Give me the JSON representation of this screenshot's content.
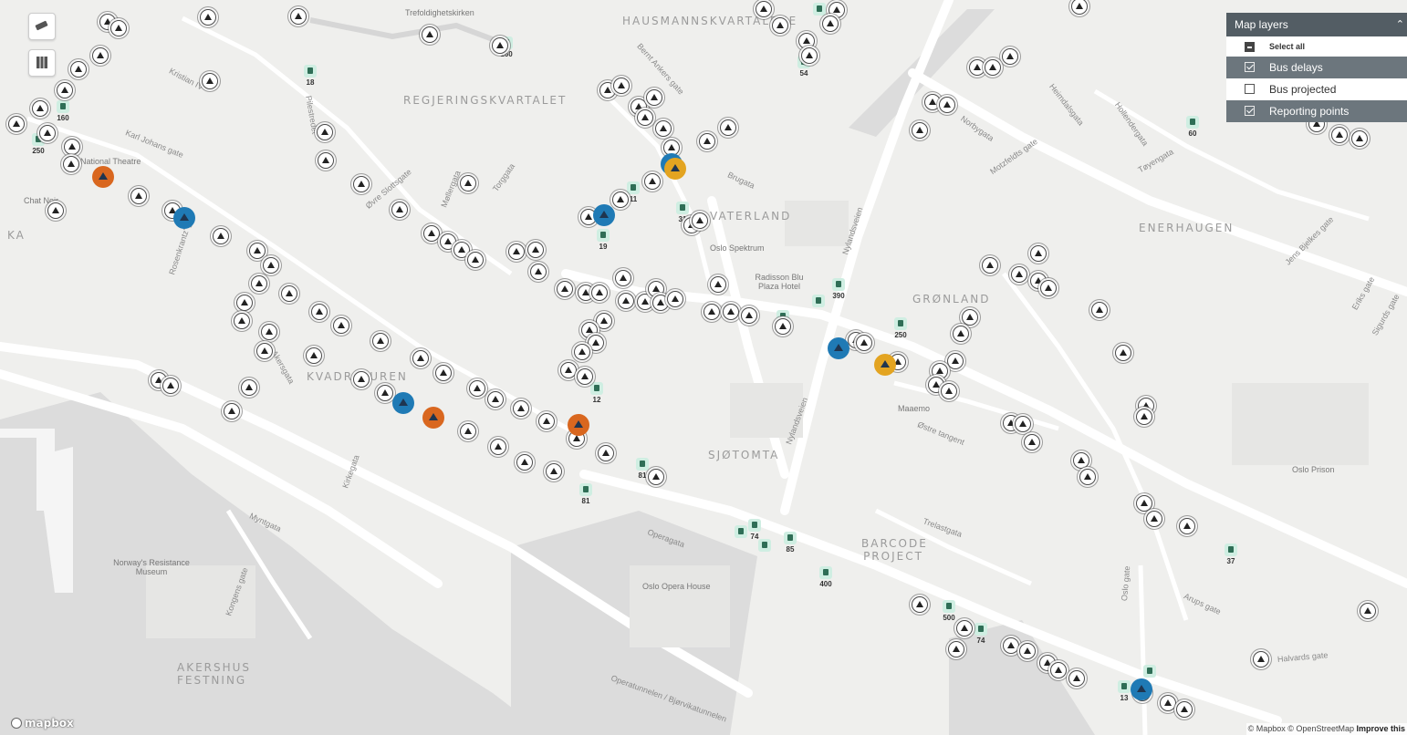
{
  "layers_panel": {
    "title": "Map layers",
    "select_all": "Select all",
    "items": [
      {
        "label": "Bus delays",
        "checked": true
      },
      {
        "label": "Bus projected",
        "checked": false
      },
      {
        "label": "Reporting points",
        "checked": true
      }
    ]
  },
  "attribution": {
    "mapbox": "© Mapbox",
    "osm": "© OpenStreetMap",
    "improve": "Improve this"
  },
  "logo": "mapbox",
  "area_labels": [
    "HAUSMANNSKVARTALENE",
    "REGJERINGSKVARTALET",
    "VATERLAND",
    "GRØNLAND",
    "ENERHAUGEN",
    "KVADRATUREN",
    "SJØTOMTA",
    "BARCODE PROJECT",
    "AKERSHUS FESTNING",
    "KA"
  ],
  "poi_labels": [
    "Trefoldighetskirken",
    "National Theatre",
    "Chat Noir",
    "Oslo Spektrum",
    "Radisson Blu Plaza Hotel",
    "Maaemo",
    "Oslo Prison",
    "Norway's Resistance Museum",
    "Oslo Opera House"
  ],
  "street_labels": [
    "Kristian IV",
    "Karl Johans gate",
    "Pilestredet",
    "Bernt Ankers gate",
    "Brugata",
    "Nylandsveien",
    "Norbygata",
    "Motzfeldts gate",
    "Heimdalsgata",
    "Hollendergata",
    "Tøyengata",
    "Jens Bjelkes gate",
    "Eriks gate",
    "Sigurds gate",
    "Rosenkrantz' gate",
    "Torggata",
    "Møllergata",
    "Øvre Slottsgate",
    "Akersgata",
    "Kirkegata",
    "Operagata",
    "Trelastgata",
    "Østre tangent",
    "Nylandsveien",
    "Oslo gate",
    "Arups gate",
    "Halvards gate",
    "Myntgata",
    "Kongens gate",
    "Operatunnelen / Bjørvikatunnelen"
  ],
  "bus_labels": [
    "18",
    "160",
    "250",
    "54",
    "60",
    "11",
    "31",
    "19",
    "390",
    "250",
    "12",
    "81",
    "81",
    "74",
    "85",
    "400",
    "500",
    "74",
    "37",
    "13",
    "160"
  ],
  "colors": {
    "delay_orange": "#d9671f",
    "delay_blue": "#1f7ab5",
    "delay_yellow": "#e3a421",
    "panel_header": "#535d64",
    "panel_active": "#6c767d",
    "bus_green": "#cfeee2"
  },
  "icons": [
    "ruler-icon",
    "map-icon",
    "chevron-up-icon",
    "reporting-point-icon",
    "bus-stop-icon",
    "mapbox-logo-icon"
  ]
}
